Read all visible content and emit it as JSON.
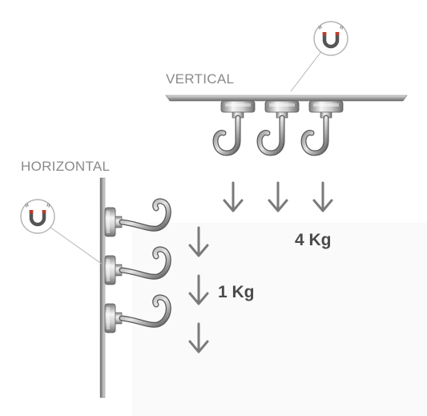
{
  "labels": {
    "vertical": "VERTICAL",
    "horizontal": "HORIZONTAL"
  },
  "loads": {
    "vertical": "4 Kg",
    "horizontal": "1 Kg"
  },
  "icons": {
    "magnet_badge": "magnet-icon",
    "load_arrow": "down-arrow-icon",
    "hook": "magnetic-hook-icon"
  },
  "colors": {
    "surface": "#a9a9a9",
    "arrow": "#7a7a7a",
    "label": "#8a8a8a",
    "load_text": "#4a4a4a",
    "magnet_red": "#c0392b"
  }
}
